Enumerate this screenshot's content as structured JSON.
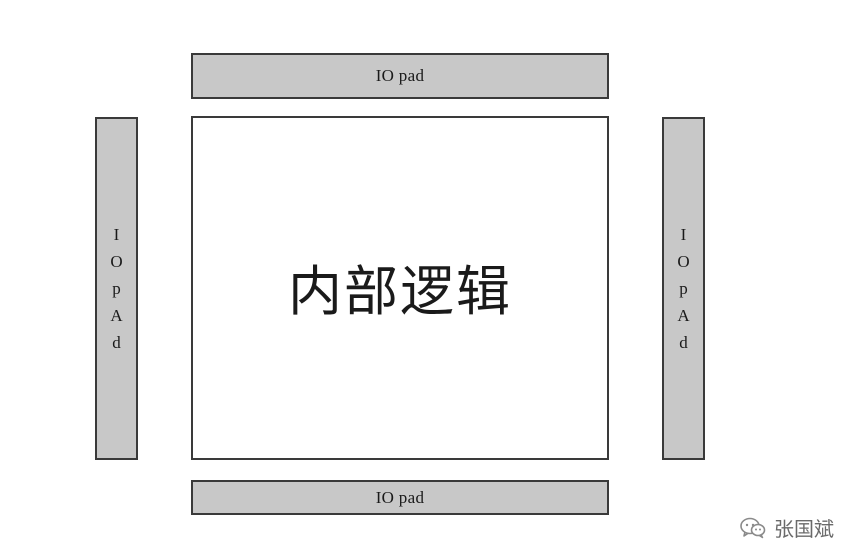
{
  "diagram": {
    "pads": {
      "top": "IO pad",
      "bottom": "IO pad",
      "left": [
        "I",
        "O",
        "p",
        "A",
        "d"
      ],
      "right": [
        "I",
        "O",
        "p",
        "A",
        "d"
      ]
    },
    "core_label": "内部逻辑"
  },
  "watermark": {
    "icon": "wechat-icon",
    "text": "张国斌"
  },
  "colors": {
    "pad_fill": "#c8c8c8",
    "border": "#3a3a3a",
    "core_fill": "#ffffff"
  }
}
